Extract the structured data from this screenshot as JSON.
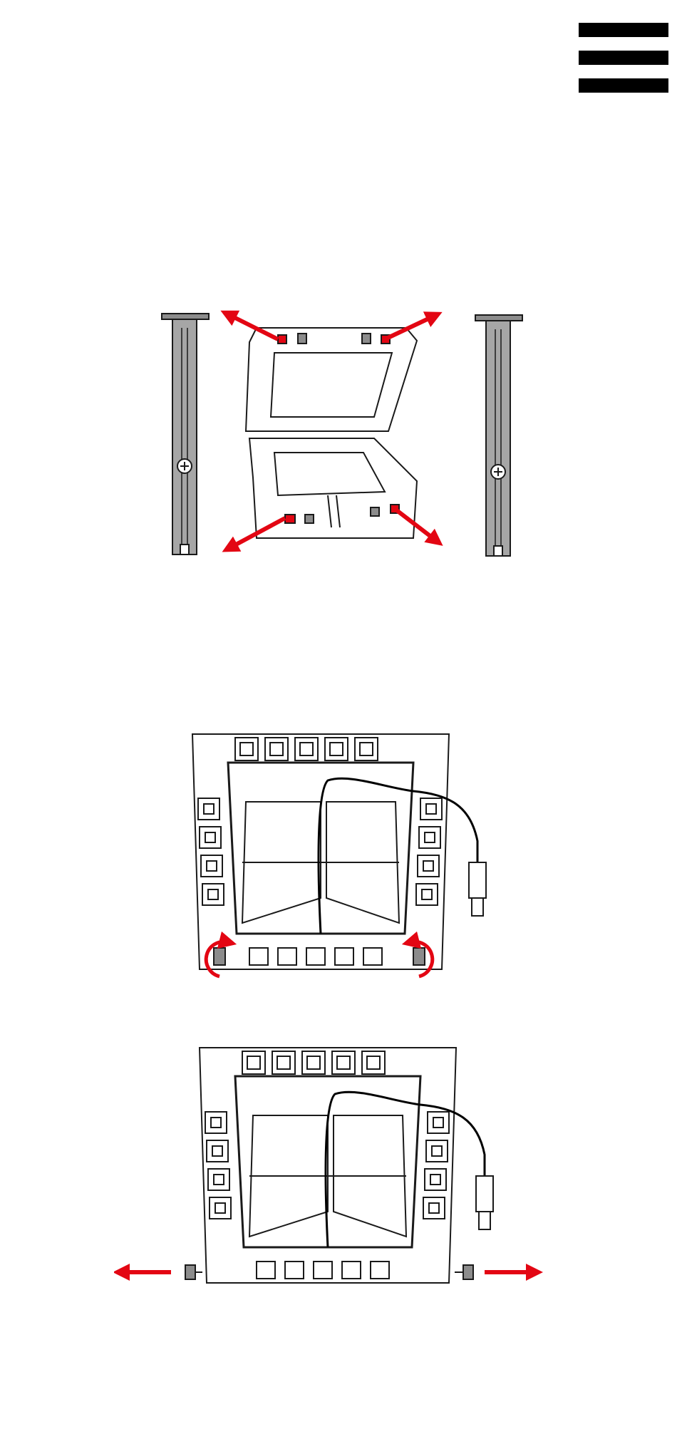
{
  "menu": {
    "icon": "hamburger-menu-icon",
    "bar_color": "#000000"
  },
  "colors": {
    "arrow_red": "#E30613",
    "metal_gray": "#A6A6A6",
    "line": "#1A1A1A",
    "background": "#FFFFFF"
  },
  "illustrations": [
    {
      "name": "step-remove-side-rails",
      "icon": "bracket-disassembly-illustration"
    },
    {
      "name": "step-unscrew-thumbscrews",
      "icon": "rotate-counterclockwise-illustration"
    },
    {
      "name": "step-remove-thumbscrews",
      "icon": "pull-out-screws-illustration"
    }
  ]
}
